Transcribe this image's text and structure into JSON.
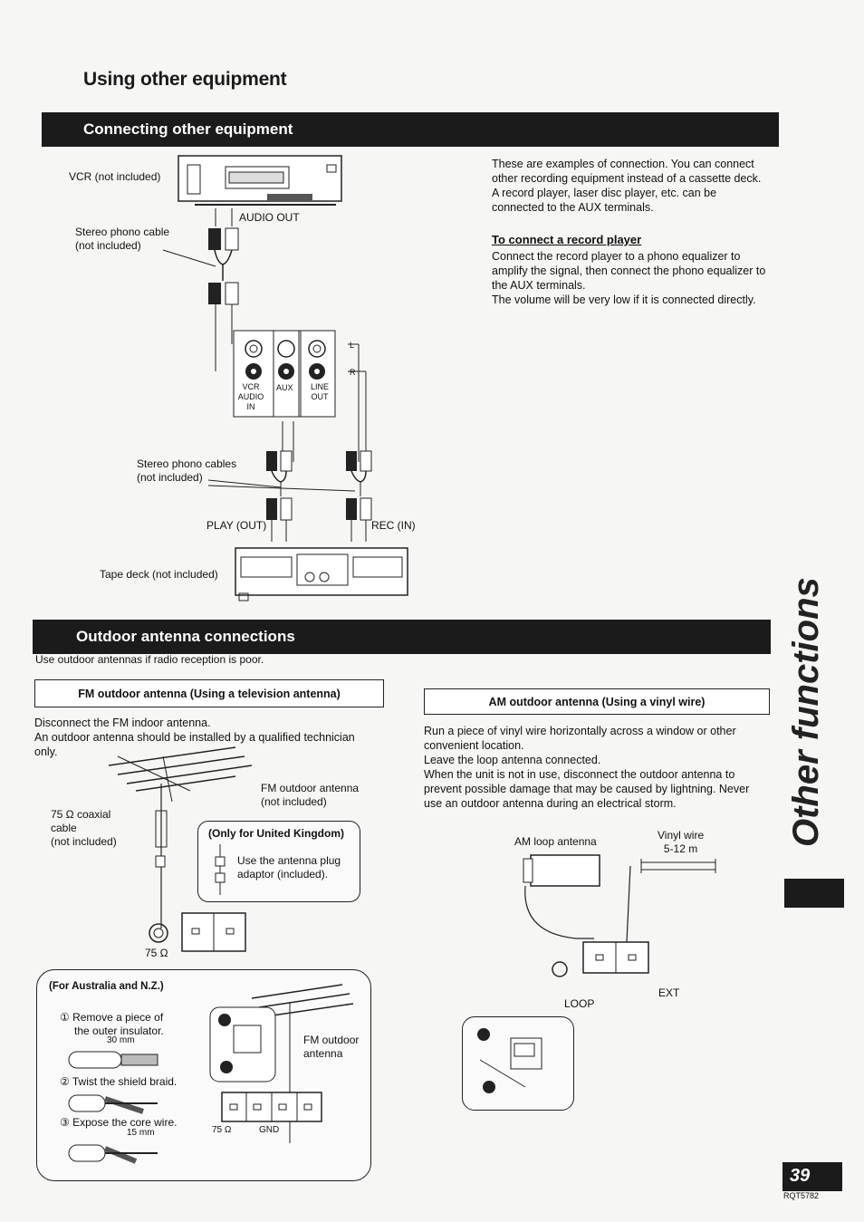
{
  "page": {
    "title": "Using other equipment",
    "side_label": "Other functions",
    "page_number": "39",
    "doc_code": "RQT5782"
  },
  "connect_section": {
    "header": "Connecting other equipment",
    "intro": [
      "These are examples of connection. You can connect",
      "other recording equipment instead of a cassette deck.",
      "A record player, laser disc player, etc. can be",
      "connected to the AUX terminals."
    ],
    "record_player_heading": "To connect a record player",
    "record_player_text": [
      "Connect the record player to a phono equalizer to",
      "amplify the signal, then connect the phono equalizer to",
      "the AUX terminals.",
      "The volume will be very low if it is connected directly."
    ],
    "labels": {
      "vcr": "VCR (not included)",
      "audio_out": "AUDIO OUT",
      "stereo_cable_1": "Stereo phono cable",
      "stereo_cable_1b": "(not included)",
      "vcr_audio_in_1": "VCR",
      "vcr_audio_in_2": "AUDIO",
      "vcr_audio_in_3": "IN",
      "aux": "AUX",
      "line_out_1": "LINE",
      "line_out_2": "OUT",
      "l": "L",
      "r": "R",
      "stereo_cables_2": "Stereo phono cables",
      "stereo_cables_2b": "(not included)",
      "play_out": "PLAY (OUT)",
      "rec_in": "REC (IN)",
      "tape_deck": "Tape deck (not included)"
    }
  },
  "antenna_section": {
    "header": "Outdoor antenna connections",
    "intro": "Use outdoor antennas if radio reception is poor.",
    "fm": {
      "heading": "FM outdoor antenna (Using a television antenna)",
      "text": [
        "Disconnect the FM indoor antenna.",
        "An outdoor antenna should be installed by a qualified technician",
        "only."
      ],
      "antenna_label_1": "FM outdoor antenna",
      "antenna_label_2": "(not included)",
      "coax_1": "75 Ω coaxial",
      "coax_2": "cable",
      "coax_3": "(not included)",
      "ohm": "75 Ω",
      "uk_title": "(Only for United Kingdom)",
      "uk_text_1": "Use the antenna plug",
      "uk_text_2": "adaptor (included).",
      "aus_title": "(For Australia and N.Z.)",
      "step1a": "① Remove a piece of",
      "step1b": "the outer insulator.",
      "dim30": "30 mm",
      "step2": "② Twist the shield braid.",
      "step3": "③ Expose the core wire.",
      "dim15": "15 mm",
      "fm_out_1": "FM outdoor",
      "fm_out_2": "antenna",
      "ohm2": "75 Ω",
      "gnd": "GND"
    },
    "am": {
      "heading": "AM outdoor antenna (Using a vinyl wire)",
      "text": [
        "Run a piece of vinyl wire horizontally across a window or other",
        "convenient location.",
        "Leave the loop antenna connected.",
        "When the unit is not in use, disconnect the outdoor antenna to",
        "prevent possible damage that may be caused by lightning. Never",
        "use an outdoor antenna during an electrical storm."
      ],
      "loop_antenna": "AM loop antenna",
      "vinyl_1": "Vinyl wire",
      "vinyl_2": "5-12 m",
      "loop": "LOOP",
      "ext": "EXT"
    }
  }
}
